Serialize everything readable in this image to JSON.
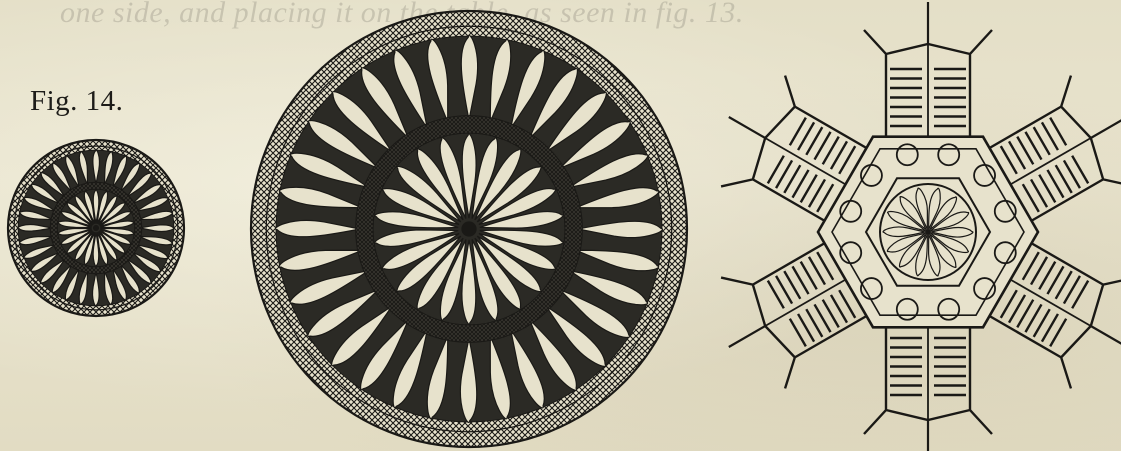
{
  "figure": {
    "label": "Fig. 14."
  },
  "bleed_through_text": "one side, and placing it on the table, as seen in fig. 13.",
  "colors": {
    "paper": "#e7e2cc",
    "ink": "#1a1916"
  },
  "illustrations": [
    {
      "name": "small-rosette",
      "description_icon": "rosette-icon"
    },
    {
      "name": "large-rosette",
      "description_icon": "rosette-icon"
    },
    {
      "name": "hexagonal-snowflake",
      "description_icon": "snowflake-icon"
    }
  ]
}
